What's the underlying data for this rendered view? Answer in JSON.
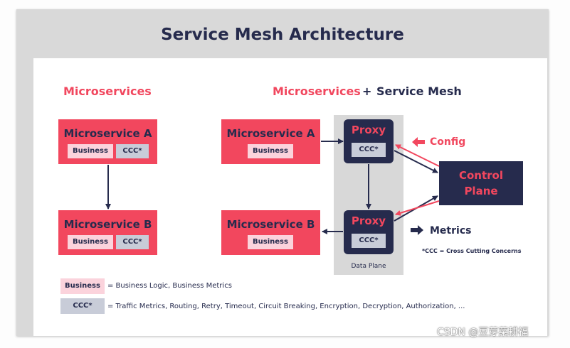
{
  "title": "Service Mesh Architecture",
  "left": {
    "heading": "Microservices",
    "service_a": {
      "name": "Microservice A",
      "business": "Business",
      "ccc": "CCC*"
    },
    "service_b": {
      "name": "Microservice B",
      "business": "Business",
      "ccc": "CCC*"
    }
  },
  "right": {
    "heading_part1": "Microservices",
    "heading_plus": "+",
    "heading_part2": "Service Mesh",
    "service_a": {
      "name": "Microservice A",
      "business": "Business"
    },
    "service_b": {
      "name": "Microservice B",
      "business": "Business"
    },
    "proxy_top": {
      "name": "Proxy",
      "ccc": "CCC*"
    },
    "proxy_bottom": {
      "name": "Proxy",
      "ccc": "CCC*"
    },
    "data_plane": "Data Plane",
    "control_plane": {
      "line1": "Control",
      "line2": "Plane"
    },
    "config_label": "Config",
    "metrics_label": "Metrics",
    "note": "*CCC = Cross Cutting Concerns"
  },
  "legend": {
    "business_chip": "Business",
    "business_text": "= Business Logic, Business Metrics",
    "ccc_chip": "CCC*",
    "ccc_text": "= Traffic Metrics, Routing, Retry, Timeout, Circuit Breaking, Encryption, Decryption, Authorization, ..."
  },
  "watermark": "CSDN @豆芽菜耕福",
  "colors": {
    "navy": "#262b4d",
    "pink": "#f2475e",
    "business_chip": "#fbd3dc",
    "ccc_chip": "#c8ccd8",
    "data_plane_bg": "#d8d8d8",
    "frame_bg": "#d9d9d9"
  }
}
